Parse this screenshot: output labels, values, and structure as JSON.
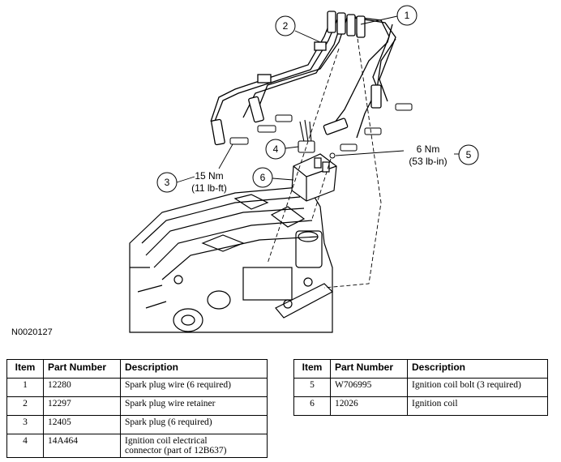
{
  "figure": {
    "id": "N0020127",
    "callouts": [
      {
        "number": "1"
      },
      {
        "number": "2"
      },
      {
        "number": "3",
        "torque_nm": "15 Nm",
        "torque_imperial": "(11 lb-ft)"
      },
      {
        "number": "4"
      },
      {
        "number": "5",
        "torque_nm": "6 Nm",
        "torque_imperial": "(53 lb-in)"
      },
      {
        "number": "6"
      }
    ]
  },
  "parts_table": {
    "headers": [
      "Item",
      "Part Number",
      "Description"
    ],
    "left_rows": [
      {
        "item": "1",
        "part_number": "12280",
        "description": "Spark plug wire (6 required)"
      },
      {
        "item": "2",
        "part_number": "12297",
        "description": "Spark plug wire retainer"
      },
      {
        "item": "3",
        "part_number": "12405",
        "description": "Spark plug (6 required)"
      },
      {
        "item": "4",
        "part_number": "14A464",
        "description_line1": "Ignition coil electrical",
        "description_line2": "connector (part of 12B637)"
      }
    ],
    "right_rows": [
      {
        "item": "5",
        "part_number": "W706995",
        "description": "Ignition coil bolt (3 required)"
      },
      {
        "item": "6",
        "part_number": "12026",
        "description": "Ignition coil"
      }
    ]
  }
}
